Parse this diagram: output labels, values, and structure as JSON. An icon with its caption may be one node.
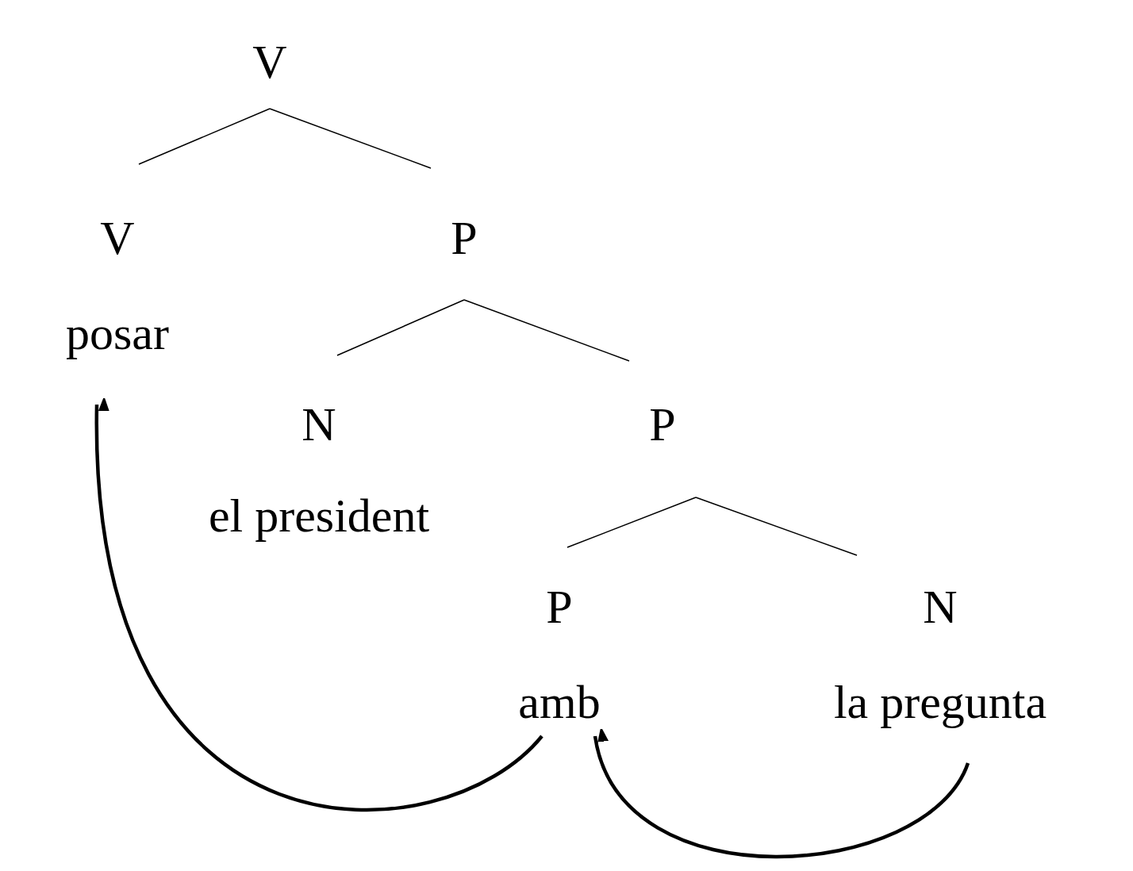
{
  "diagram": {
    "nodes": [
      {
        "text": [
          "V"
        ]
      },
      {
        "text": [
          "V",
          "posar"
        ]
      },
      {
        "text": [
          "P"
        ]
      },
      {
        "text": [
          "N",
          "el president"
        ]
      },
      {
        "text": [
          "P"
        ]
      },
      {
        "text": [
          "P",
          "amb"
        ]
      },
      {
        "text": [
          "N",
          "la pregunta"
        ]
      }
    ],
    "edges": [
      {
        "from": 0,
        "to": 1,
        "arrow": "none"
      },
      {
        "from": 0,
        "to": 2,
        "arrow": "none"
      },
      {
        "from": 2,
        "to": 3,
        "arrow": "none"
      },
      {
        "from": 2,
        "to": 4,
        "arrow": "none"
      },
      {
        "from": 4,
        "to": 5,
        "arrow": "none"
      },
      {
        "from": 4,
        "to": 6,
        "arrow": "none"
      },
      {
        "from": 5,
        "to": 1,
        "arrow": "to",
        "style": "thick"
      },
      {
        "from": 6,
        "to": 5,
        "arrow": "to",
        "style": "thick"
      }
    ]
  }
}
